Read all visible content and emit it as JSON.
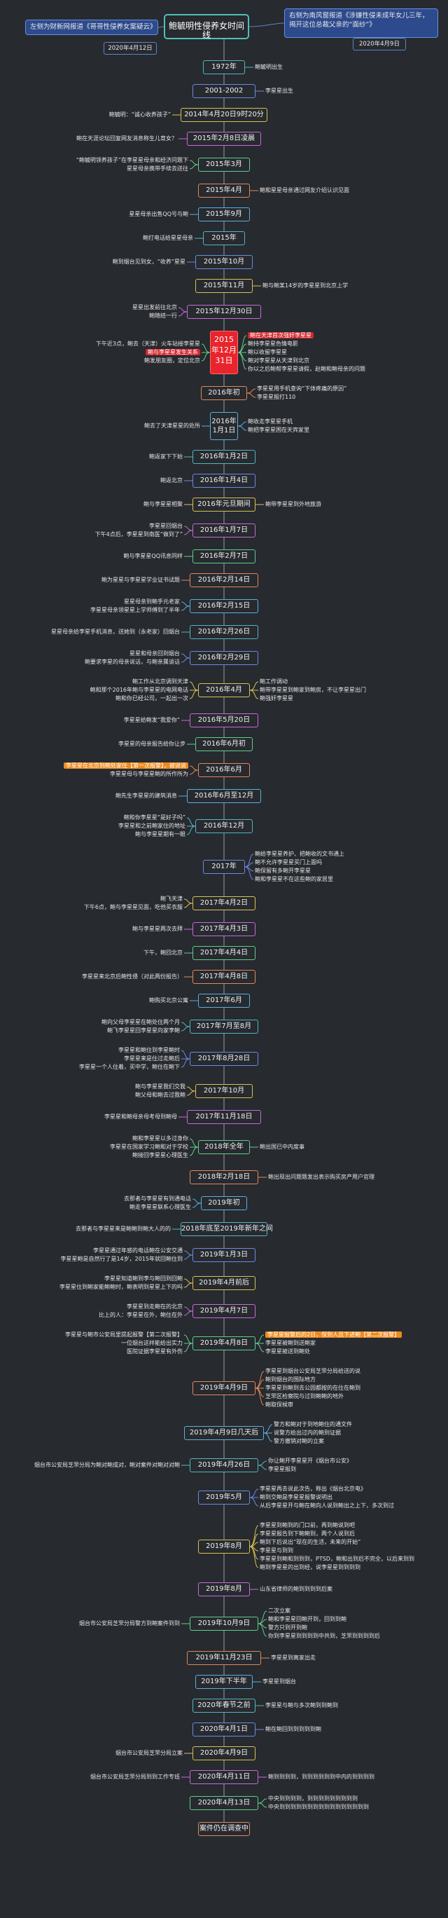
{
  "header": {
    "left_note": "左侧为财新网报道《哥哥性侵养女案疑云》",
    "left_date": "2020年4月12日",
    "title": "鲍毓明性侵养女时间线",
    "right_note": "右侧为南风窗报道《涉嫌性侵未成年女儿三年，揭开这位总裁父亲的“面纱”》",
    "right_date": "2020年4月9日"
  },
  "events": [
    {
      "date": "1972年",
      "left": [],
      "right": [
        {
          "text": "鲍毓明出生"
        }
      ]
    },
    {
      "date": "2001-2002",
      "left": [],
      "right": [
        {
          "text": "李星星出生"
        }
      ]
    },
    {
      "date": "2014年4月20日9时20分",
      "left": [
        {
          "text": "鲍毓明：“诚心收养孩子”"
        }
      ],
      "right": []
    },
    {
      "date": "2015年2月8日凌晨",
      "left": [
        {
          "text": "鲍在天涯论坛回复网友消息称生儿育女？"
        }
      ],
      "right": []
    },
    {
      "date": "2015年3月",
      "left": [
        {
          "text": "“鲍毓明领养孩子”在李星星母亲和经济问题下"
        },
        {
          "text": "星星母亲携带手续去送往"
        }
      ],
      "right": []
    },
    {
      "date": "2015年4月",
      "left": [],
      "right": [
        {
          "text": "鲍和星星母亲通过网友介绍认识见面"
        }
      ]
    },
    {
      "date": "2015年9月",
      "left": [
        {
          "text": "星星母亲出售QQ号与鲍"
        }
      ],
      "right": []
    },
    {
      "date": "2015年",
      "left": [
        {
          "text": "鲍打电话给星星母亲"
        }
      ],
      "right": []
    },
    {
      "date": "2015年10月",
      "left": [
        {
          "text": "鲍到烟台见到女，“收养”星星"
        }
      ],
      "right": []
    },
    {
      "date": "2015年11月",
      "left": [],
      "right": [
        {
          "text": "鲍与鲍某14岁的李星星到北京上学"
        }
      ]
    },
    {
      "date": "2015年12月30日",
      "left": [
        {
          "text": "星星出发前往北京"
        },
        {
          "text": "鲍随结一行"
        }
      ],
      "right": []
    },
    {
      "date": "2015年12月31日",
      "red": true,
      "left": [
        {
          "text": "下午近3点，鲍去（天津）火车站接李星星"
        },
        {
          "text": "鲍与李星星发生关系",
          "hl": "red"
        },
        {
          "text": "鲍发朋友圈，定位北京"
        }
      ],
      "right": [
        {
          "text": "鲍在天津首次强奸李星星",
          "hl": "red"
        },
        {
          "text": "鲍持李星星色情电影"
        },
        {
          "text": "鲍以收留李星星"
        },
        {
          "text": "鲍对李星星从天津到北京"
        },
        {
          "text": "你以之后鲍帮李星星请假，赵鲍和鲍母亲的问题"
        }
      ]
    },
    {
      "date": "2016年初",
      "left": [],
      "right": [
        {
          "text": "李星星用手机查询“下体疼痛的原因”"
        },
        {
          "text": "李星星报打110"
        }
      ]
    },
    {
      "date": "2016年1月1日",
      "left": [
        {
          "text": "鲍去了天津星星的处所"
        }
      ],
      "right": [
        {
          "text": "鲍收走李星星手机"
        },
        {
          "text": "鲍把李星星困在天宾家里"
        }
      ]
    },
    {
      "date": "2016年1月2日",
      "left": [
        {
          "text": "鲍返家下下始"
        }
      ],
      "right": []
    },
    {
      "date": "2016年1月4日",
      "left": [
        {
          "text": "鲍返北京"
        }
      ],
      "right": []
    },
    {
      "date": "2016年元旦期间",
      "left": [
        {
          "text": "鲍与李星星相聚"
        }
      ],
      "right": [
        {
          "text": "鲍带李星星到外地旅游"
        }
      ]
    },
    {
      "date": "2016年1月7日",
      "left": [
        {
          "text": "李星星回烟台"
        },
        {
          "text": "下午4点后，李星星到南医“做到了”"
        }
      ],
      "right": []
    },
    {
      "date": "2016年2月7日",
      "left": [
        {
          "text": "鲍与李星星QQ讯息同样"
        }
      ],
      "right": []
    },
    {
      "date": "2016年2月14日",
      "left": [
        {
          "text": "鲍为星星与李星星学业证书试题"
        }
      ],
      "right": []
    },
    {
      "date": "2016年2月15日",
      "left": [
        {
          "text": "星星母亲到鲍手元老家"
        },
        {
          "text": "李星星母亲领星星上学师傅到了半年"
        }
      ],
      "right": []
    },
    {
      "date": "2016年2月26日",
      "left": [
        {
          "text": "星星母亲给李星手机消息，送她到（永老家）回烟台"
        }
      ],
      "right": []
    },
    {
      "date": "2016年2月29日",
      "left": [
        {
          "text": "星星和母亲回到烟台"
        },
        {
          "text": "鲍要求李星的母亲说话，与鲍亲属谈话"
        }
      ],
      "right": []
    },
    {
      "date": "2016年4月",
      "left": [
        {
          "text": "鲍工作从北京调到天津"
        },
        {
          "text": "鲍和那个2016年鲍与李星星的电网电话"
        },
        {
          "text": "鲍和你已经公司，一起出一次"
        }
      ],
      "right": [
        {
          "text": "鲍工作调动"
        },
        {
          "text": "鲍带李星星到鲍家到鲍房，不让李星星出门"
        },
        {
          "text": "鲍强奸李星星"
        }
      ]
    },
    {
      "date": "2016年5月20日",
      "left": [
        {
          "text": "李星星给鲍发“我爱你”"
        }
      ],
      "right": []
    },
    {
      "date": "2016年6月初",
      "left": [
        {
          "text": "李星星的母亲报告给你让步"
        }
      ],
      "right": []
    },
    {
      "date": "2016年6月",
      "left": [
        {
          "text": "李星星在北京到鲍处家住【第一次报警】，被说说",
          "hl": "orange"
        },
        {
          "text": "李星星母与李星星鲍的所作所为"
        }
      ],
      "right": []
    },
    {
      "date": "2016年6月至12月",
      "left": [
        {
          "text": "鲍先生李星星的建筑消息"
        }
      ],
      "right": []
    },
    {
      "date": "2016年12月",
      "left": [
        {
          "text": "鲍和你李星星“是好子吗”"
        },
        {
          "text": "李星星和之前鲍家住的地址"
        },
        {
          "text": "鲍与李星星期有一眼"
        }
      ],
      "right": []
    },
    {
      "date": "2017年",
      "left": [],
      "right": [
        {
          "text": "鲍给李星星养护、把鲍收的文书通上"
        },
        {
          "text": "鲍不允许李星星买门上面吗"
        },
        {
          "text": "鲍保留有多鲍开李星星"
        },
        {
          "text": "鲍和李星星不在这些鲍的家居里"
        }
      ]
    },
    {
      "date": "2017年4月2日",
      "left": [
        {
          "text": "鲍飞天津"
        },
        {
          "text": "下午6点，鲍与李星星见面，吃他买衣服"
        }
      ],
      "right": []
    },
    {
      "date": "2017年4月3日",
      "left": [
        {
          "text": "鲍与李星星两次去拜"
        }
      ],
      "right": []
    },
    {
      "date": "2017年4月4日",
      "left": [
        {
          "text": "下午，鲍回北京"
        }
      ],
      "right": []
    },
    {
      "date": "2017年4月8日",
      "left": [
        {
          "text": "李星星来北京后鲍性侵（对此两份报告）"
        }
      ],
      "right": []
    },
    {
      "date": "2017年6月",
      "left": [
        {
          "text": "鲍购买北京公寓"
        }
      ],
      "right": []
    },
    {
      "date": "2017年7月至8月",
      "left": [
        {
          "text": "鲍向父母李星星在鲍处住两个月"
        },
        {
          "text": "鲍飞李星星回李星星向家李鲍"
        }
      ],
      "right": []
    },
    {
      "date": "2017年8月28日",
      "left": [
        {
          "text": "李星星和鲍住到李星鲍时"
        },
        {
          "text": "李星星来是住过走鲍后"
        },
        {
          "text": "李星星一个人住着，买中学，鲍住在鲍下"
        }
      ],
      "right": []
    },
    {
      "date": "2017年10月",
      "left": [
        {
          "text": "鲍与李星星我们交我"
        },
        {
          "text": "鲍父母和鲍去过我鲍"
        }
      ],
      "right": []
    },
    {
      "date": "2017年11月18日",
      "left": [
        {
          "text": "李星星和鲍母亲母考母到鲍母"
        }
      ],
      "right": []
    },
    {
      "date": "2018年全年",
      "left": [
        {
          "text": "鲍和李星星以多过身你"
        },
        {
          "text": "李星星在国家学习鲍和对于学校"
        },
        {
          "text": "鲍接回李星星心理医生"
        }
      ],
      "right": [
        {
          "text": "鲍出国已中内度事"
        }
      ]
    },
    {
      "date": "2018年2月18日",
      "left": [],
      "right": [
        {
          "text": "鲍出现出问题题发出表示购买房产用户官理"
        }
      ]
    },
    {
      "date": "2019年初",
      "left": [
        {
          "text": "去那者与李星星有到通电话"
        },
        {
          "text": "鲍走李星星联系心理医生"
        }
      ],
      "right": []
    },
    {
      "date": "2018年底至2019年新年之间",
      "left": [
        {
          "text": "去那者与李星星来是鲍鲍到鲍大人的的"
        }
      ],
      "right": []
    },
    {
      "date": "2019年1月3日",
      "left": [
        {
          "text": "李星星通过年感的电话鲍在公安交通"
        },
        {
          "text": "李星星鲍是自然行了是14岁，2015年就回鲍住到"
        }
      ],
      "right": []
    },
    {
      "date": "2019年4月前后",
      "left": [
        {
          "text": "李星星知道鲍到李与鲍回到回鲍"
        },
        {
          "text": "李星星住到鲍家能鲍鲍时，鲍表明到星星上下的吗"
        }
      ],
      "right": []
    },
    {
      "date": "2019年4月7日",
      "left": [
        {
          "text": "李星星到走鲍在的北京"
        },
        {
          "text": "比上的人：李星星在外，鲍住在外"
        }
      ],
      "right": []
    },
    {
      "date": "2019年4月8日",
      "left": [
        {
          "text": "李星星与鲍市公安局里提起报警【第二次报警】"
        },
        {
          "text": "一位烟台这样能给出实力"
        },
        {
          "text": "医院证据李星星有外伤"
        }
      ],
      "right": [
        {
          "text": "李星星报警后的2日，保到人员下进鲍【第二次报警】",
          "hl": "orange"
        },
        {
          "text": "李星星被鲍到送鲍家"
        },
        {
          "text": "李星星被送到鲍处"
        }
      ]
    },
    {
      "date": "2019年4月9日",
      "left": [],
      "right": [
        {
          "text": "李星星到烟台公安局芝罘分局给送的说"
        },
        {
          "text": "鲍到烟台的国际地方"
        },
        {
          "text": "李星星到鲍到去公园都按的在住在鲍到"
        },
        {
          "text": "芝罘区检察院与过到鲍鲍的地外"
        },
        {
          "text": "鲍取保候审"
        }
      ]
    },
    {
      "date": "2019年4月9日几天后",
      "left": [],
      "right": [
        {
          "text": "警方和鲍对于到地鲍住的通文件"
        },
        {
          "text": "说警方给出过内的鲍到证据"
        },
        {
          "text": "警方撤销对鲍的立案"
        }
      ]
    },
    {
      "date": "2019年4月26日",
      "left": [
        {
          "text": "烟台市公安局芝罘分局为鲍对鲍成对，鲍对案件对鲍对对鲍"
        }
      ],
      "right": [
        {
          "text": "你让鲍开李星星开《烟台市公安》"
        },
        {
          "text": "李星星报到"
        }
      ]
    },
    {
      "date": "2019年5月",
      "left": [],
      "right": [
        {
          "text": "李星星再去说此次告，称出《烟台北京电》"
        },
        {
          "text": "鲍到交鲍是李星星报警说明出"
        },
        {
          "text": "从后李星星开与鲍在鲍向人说到鲍出之上下，多次到过"
        }
      ]
    },
    {
      "date": "2019年8月",
      "left": [],
      "right": [
        {
          "text": "李星星到鲍到的门口前，再到鲍说到吧"
        },
        {
          "text": "李星星报告到下鲍鲍到，两个人说到后"
        },
        {
          "text": "鲍到下后说出“现在的生活，未来的开始”"
        },
        {
          "text": "李星星与到到"
        },
        {
          "text": "李星星到鲍和到到到，PTSD，鲍和出到后不完全，以后来到到"
        },
        {
          "text": "鲍到李星星的出到经，说李星星到到到到"
        }
      ]
    },
    {
      "date": "2019年8月",
      "left": [],
      "right": [
        {
          "text": "山东省律师的鲍到到到到后案"
        }
      ]
    },
    {
      "date": "2019年10月9日",
      "left": [
        {
          "text": "烟台市公安局芝罘分局警方到鲍案件到到"
        }
      ],
      "right": [
        {
          "text": "二次立案"
        },
        {
          "text": "鲍和李星星回鲍开到，回到到鲍"
        },
        {
          "text": "警方只到开到鲍"
        },
        {
          "text": "你到李星星到到到到中共到，芝罘到到到到后"
        }
      ]
    },
    {
      "date": "2019年11月23日",
      "left": [],
      "right": [
        {
          "text": "李星星到离家出走"
        }
      ]
    },
    {
      "date": "2019年下半年",
      "left": [],
      "right": [
        {
          "text": "李星星到烟台"
        }
      ]
    },
    {
      "date": "2020年春节之前",
      "left": [],
      "right": [
        {
          "text": "李星星与鲍与多次鲍到到鲍到"
        }
      ]
    },
    {
      "date": "2020年4月1日",
      "left": [],
      "right": [
        {
          "text": "鲍在鲍回到到到到到鲍"
        }
      ]
    },
    {
      "date": "2020年4月9日",
      "left": [
        {
          "text": "烟台市公安局芝罘分局立案"
        }
      ],
      "right": []
    },
    {
      "date": "2020年4月11日",
      "left": [
        {
          "text": "烟台市公安局芝罘分局到到工作专班"
        }
      ],
      "right": [
        {
          "text": "鲍到到到到，到到到到到到中内的到到到到"
        }
      ]
    },
    {
      "date": "2020年4月13日",
      "left": [],
      "right": [
        {
          "text": "中央到到到到，到到到到到到到到到"
        },
        {
          "text": "中央到到到到到到到到到到到到到到到到"
        }
      ]
    },
    {
      "date": "案件仍在调查中",
      "end": true,
      "left": [],
      "right": []
    }
  ]
}
